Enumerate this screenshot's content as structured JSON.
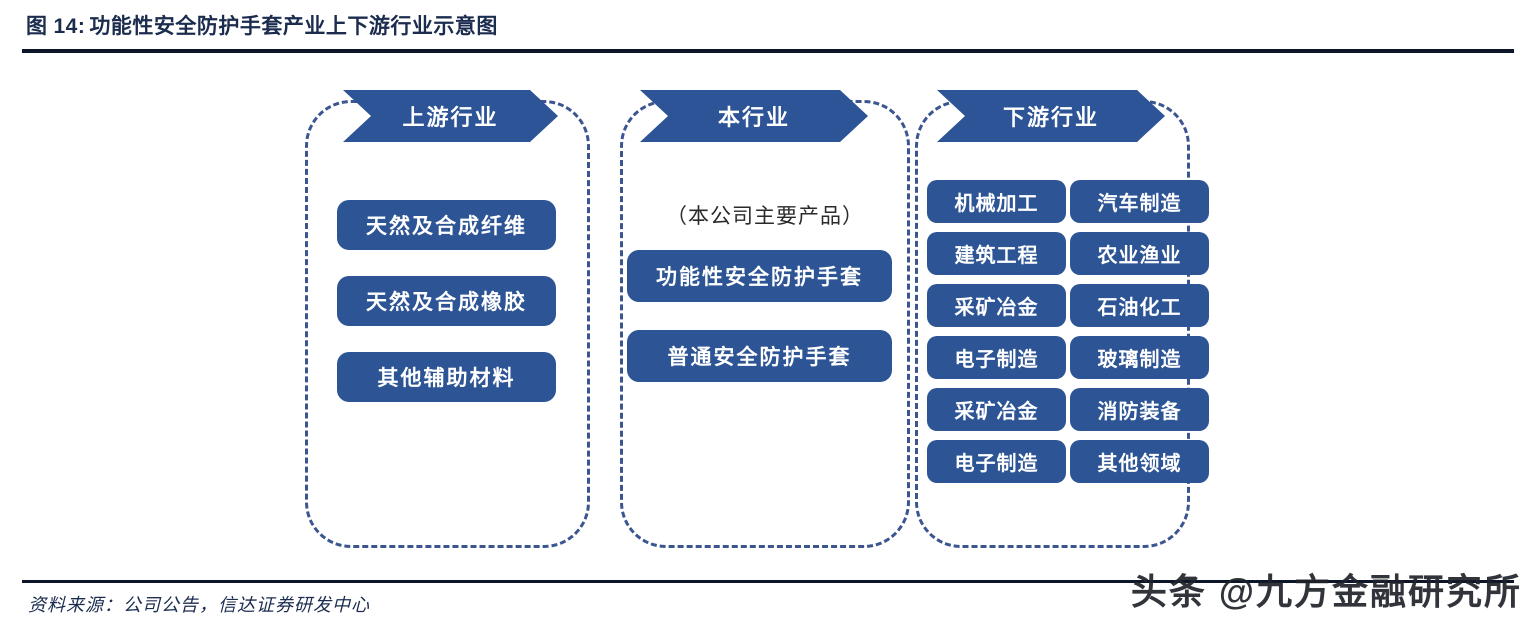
{
  "header": {
    "figure_prefix": "图",
    "figure_number": "14:",
    "title": "功能性安全防护手套产业上下游行业示意图"
  },
  "diagram": {
    "columns": [
      {
        "key": "upstream",
        "banner": "上游行业",
        "note": "",
        "items": [
          "天然及合成纤维",
          "天然及合成橡胶",
          "其他辅助材料"
        ]
      },
      {
        "key": "current",
        "banner": "本行业",
        "note": "（本公司主要产品）",
        "items": [
          "功能性安全防护手套",
          "普通安全防护手套"
        ]
      },
      {
        "key": "downstream",
        "banner": "下游行业",
        "note": "",
        "rows": [
          [
            "机械加工",
            "汽车制造"
          ],
          [
            "建筑工程",
            "农业渔业"
          ],
          [
            "采矿冶金",
            "石油化工"
          ],
          [
            "电子制造",
            "玻璃制造"
          ],
          [
            "采矿冶金",
            "消防装备"
          ],
          [
            "电子制造",
            "其他领域"
          ]
        ]
      }
    ]
  },
  "footer": {
    "source": "资料来源：公司公告，信达证券研发中心",
    "watermark": "头条 @九方金融研究所"
  },
  "colors": {
    "banner_fill": "#2c5496",
    "pill_fill": "#2d5494",
    "dashed_border": "#3b5590",
    "rule": "#0d1628",
    "title_text": "#1b2c4e"
  }
}
